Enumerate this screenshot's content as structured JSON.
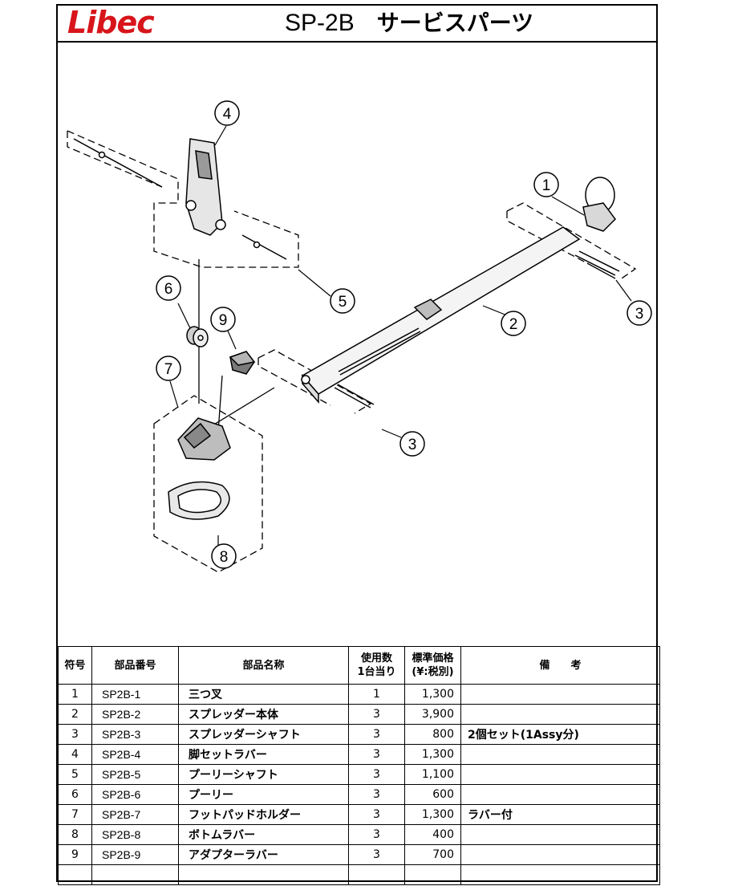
{
  "header": {
    "brand": "Libec",
    "model": "SP-2B",
    "subtitle": "サービスパーツ",
    "brand_color": "#d7151b"
  },
  "diagram": {
    "callouts": [
      "1",
      "2",
      "3",
      "3",
      "4",
      "5",
      "6",
      "7",
      "8",
      "9"
    ]
  },
  "table": {
    "headers": {
      "no": "符号",
      "part_number": "部品番号",
      "part_name": "部品名称",
      "qty_line1": "使用数",
      "qty_line2": "1台当り",
      "price_line1": "標準価格",
      "price_line2": "(¥:税別)",
      "remarks": "備　　考"
    },
    "rows": [
      {
        "no": "1",
        "code": "SP2B-1",
        "name": "三つ叉",
        "qty": "1",
        "price": "1,300",
        "note": ""
      },
      {
        "no": "2",
        "code": "SP2B-2",
        "name": "スプレッダー本体",
        "qty": "3",
        "price": "3,900",
        "note": ""
      },
      {
        "no": "3",
        "code": "SP2B-3",
        "name": "スプレッダーシャフト",
        "qty": "3",
        "price": "800",
        "note": "2個セット(1Assy分)"
      },
      {
        "no": "4",
        "code": "SP2B-4",
        "name": "脚セットラバー",
        "qty": "3",
        "price": "1,300",
        "note": ""
      },
      {
        "no": "5",
        "code": "SP2B-5",
        "name": "プーリーシャフト",
        "qty": "3",
        "price": "1,100",
        "note": ""
      },
      {
        "no": "6",
        "code": "SP2B-6",
        "name": "プーリー",
        "qty": "3",
        "price": "600",
        "note": ""
      },
      {
        "no": "7",
        "code": "SP2B-7",
        "name": "フットパッドホルダー",
        "qty": "3",
        "price": "1,300",
        "note": "ラバー付"
      },
      {
        "no": "8",
        "code": "SP2B-8",
        "name": "ボトムラバー",
        "qty": "3",
        "price": "400",
        "note": ""
      },
      {
        "no": "9",
        "code": "SP2B-9",
        "name": "アダプターラバー",
        "qty": "3",
        "price": "700",
        "note": ""
      }
    ]
  }
}
